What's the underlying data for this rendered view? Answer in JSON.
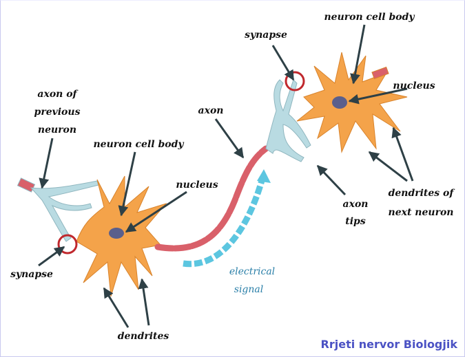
{
  "caption": "Rrjeti nervor Biologjik",
  "colors": {
    "cell_body": "#f4a34a",
    "axon_tips": "#b9dbe2",
    "myelin": "#d9606a",
    "nucleus": "#5a5f8c",
    "arrow": "#2e4046",
    "signal": "#5cc6e0",
    "synapse_ring": "#c0282d",
    "caption": "#4b52c4"
  },
  "labels": {
    "axon_prev_1": "axon of",
    "axon_prev_2": "previous",
    "axon_prev_3": "neuron",
    "cell_body_1": "neuron cell body",
    "nucleus_1": "nucleus",
    "synapse_1": "synapse",
    "dendrites_1": "dendrites",
    "axon": "axon",
    "signal_1": "electrical",
    "signal_2": "signal",
    "synapse_2": "synapse",
    "cell_body_2": "neuron cell body",
    "nucleus_2": "nucleus",
    "dendrites_next_1": "dendrites of",
    "dendrites_next_2": "next neuron",
    "axon_tips_1": "axon",
    "axon_tips_2": "tips"
  }
}
